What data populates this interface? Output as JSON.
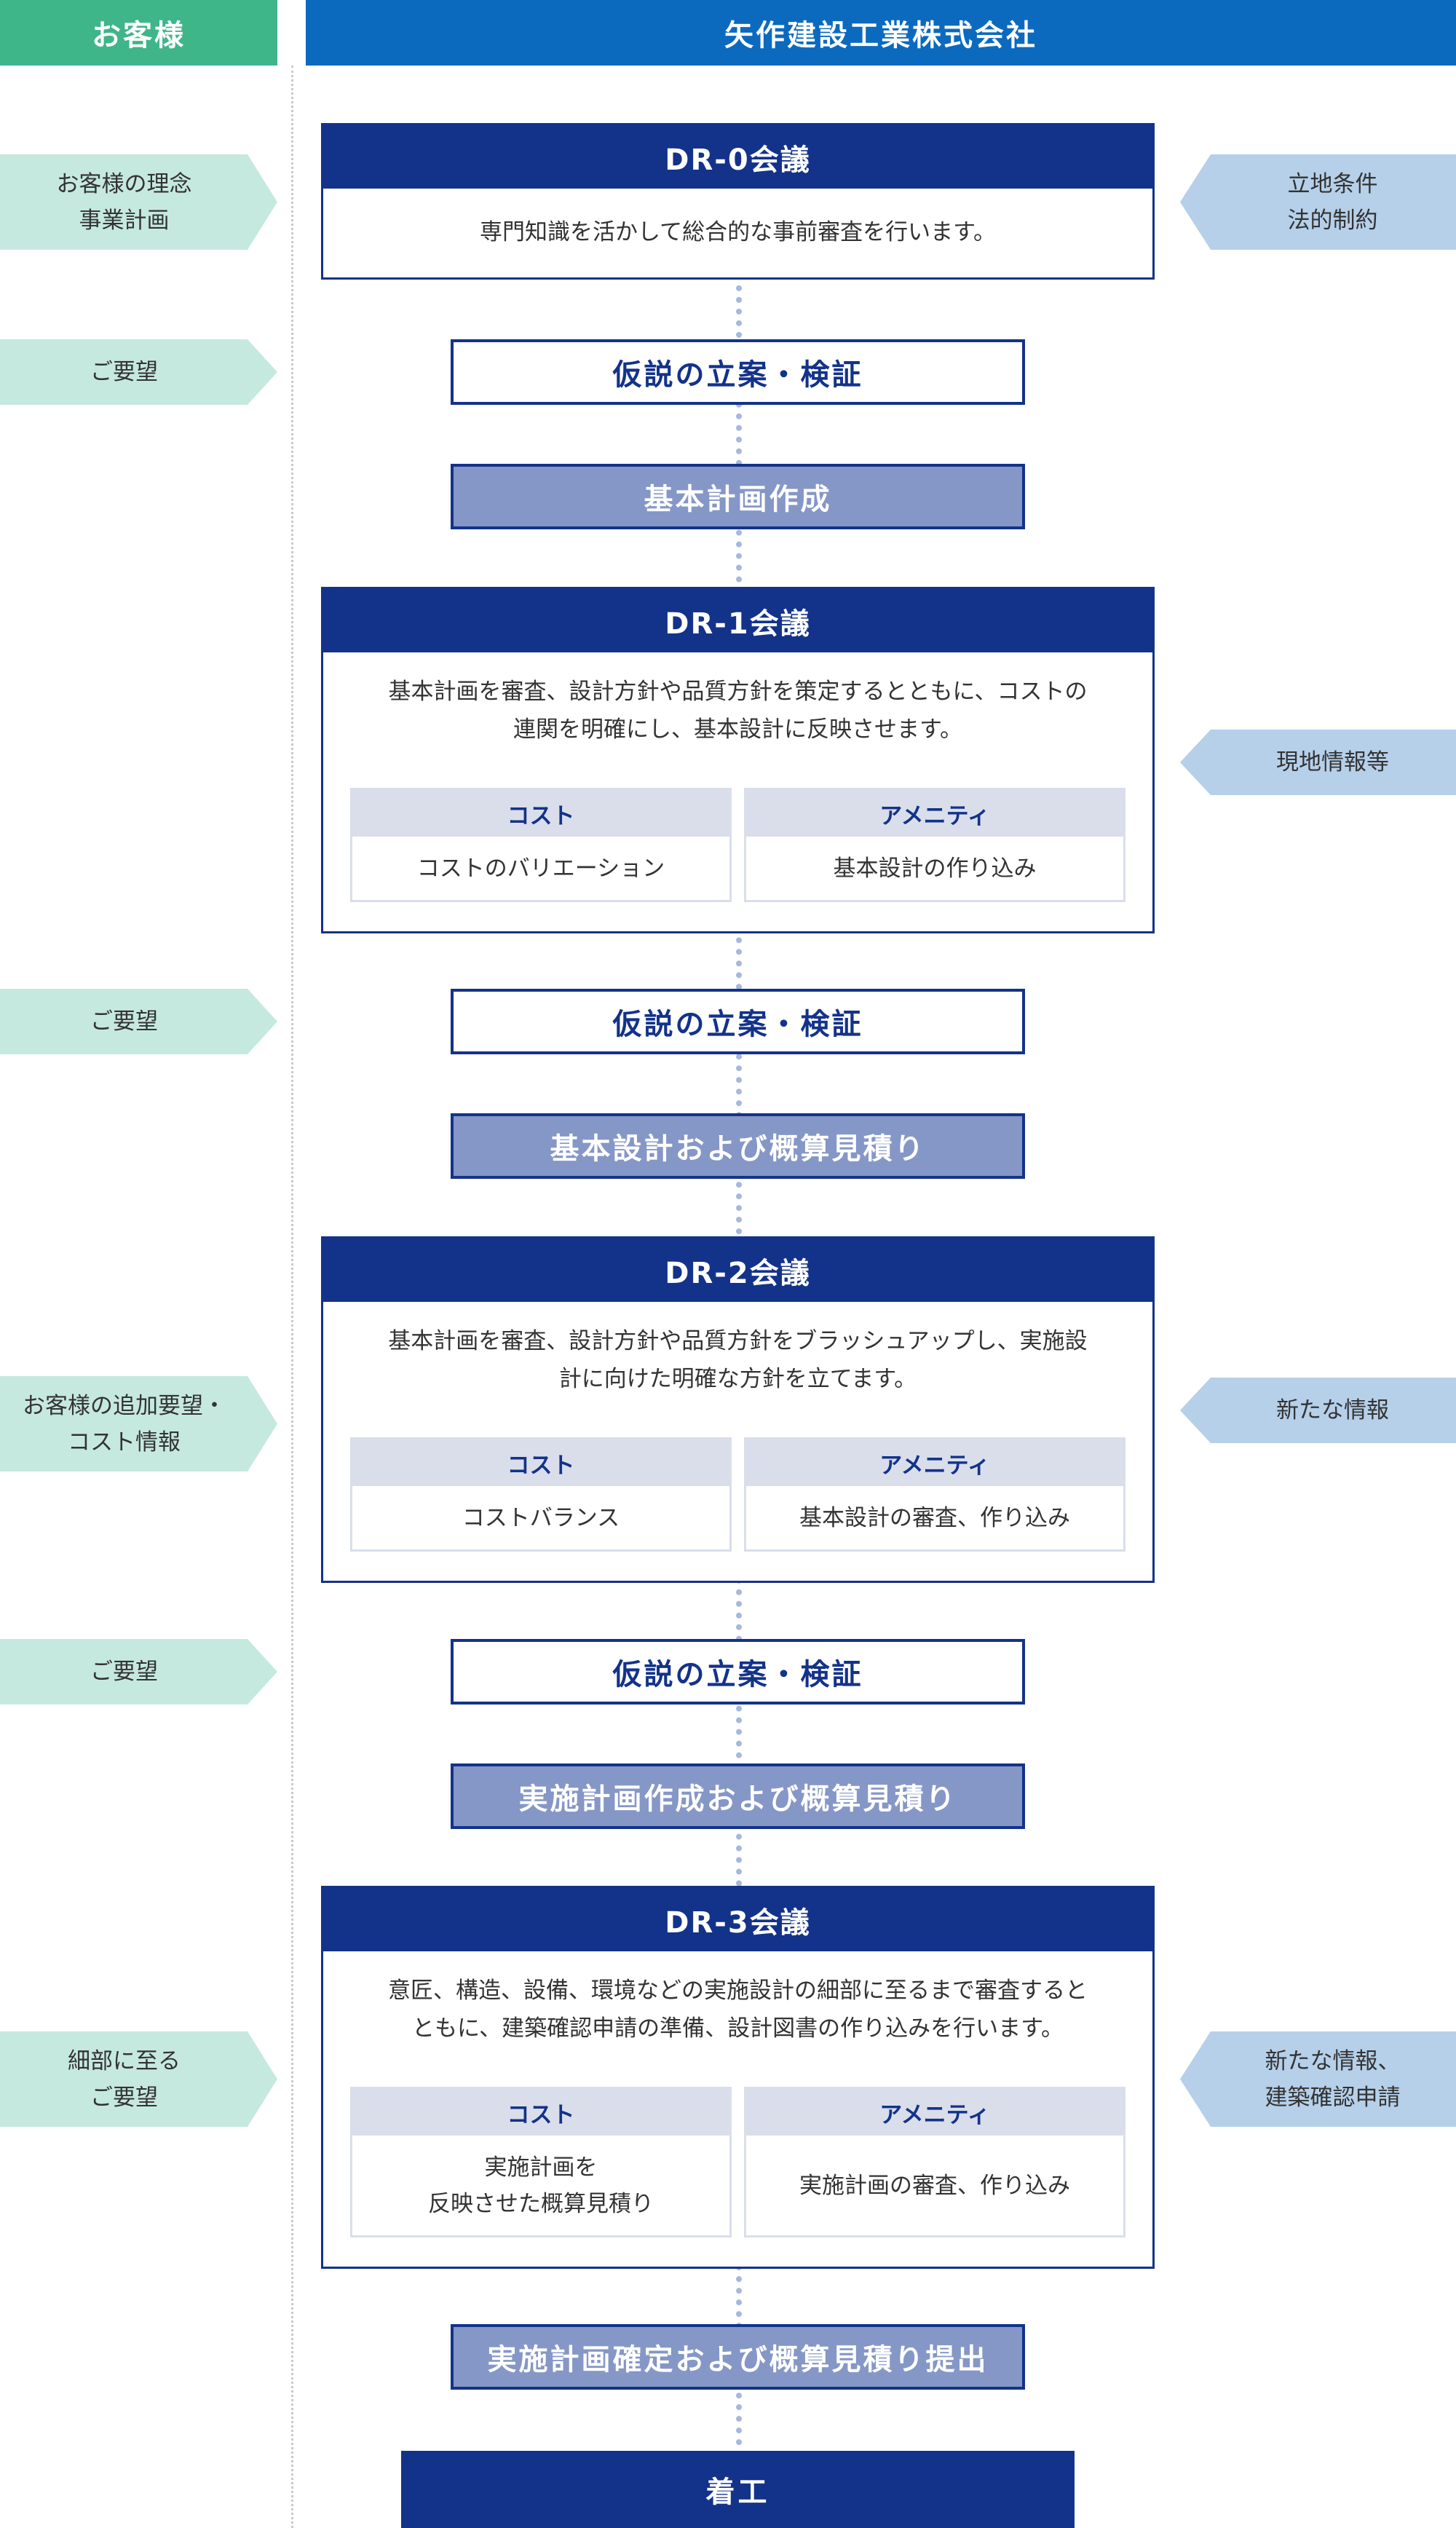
{
  "header": {
    "client": "お客様",
    "company": "矢作建設工業株式会社"
  },
  "left_tags": [
    "お客様の理念\n事業計画",
    "ご要望",
    "ご要望",
    "お客様の追加要望・\nコスト情報",
    "ご要望",
    "細部に至る\nご要望"
  ],
  "right_tags": [
    "立地条件\n法的制約",
    "現地情報等",
    "新たな情報",
    "新たな情報、\n建築確認申請"
  ],
  "dr0": {
    "title": "DR-0会議",
    "desc": "専門知識を活かして総合的な事前審査を行います。"
  },
  "dr1": {
    "title": "DR-1会議",
    "desc_lines": [
      "基本計画を審査、設計方針や品質方針を策定するとともに、コストの",
      "連関を明確にし、基本設計に反映させます。"
    ],
    "cost_head": "コスト",
    "cost_body": "コストのバリエーション",
    "amenity_head": "アメニティ",
    "amenity_body": "基本設計の作り込み"
  },
  "dr2": {
    "title": "DR-2会議",
    "desc_lines": [
      "基本計画を審査、設計方針や品質方針をブラッシュアップし、実施設",
      "計に向けた明確な方針を立てます。"
    ],
    "cost_head": "コスト",
    "cost_body": "コストバランス",
    "amenity_head": "アメニティ",
    "amenity_body": "基本設計の審査、作り込み"
  },
  "dr3": {
    "title": "DR-3会議",
    "desc_lines": [
      "意匠、構造、設備、環境などの実施設計の細部に至るまで審査すると",
      "ともに、建築確認申請の準備、設計図書の作り込みを行います。"
    ],
    "cost_head": "コスト",
    "cost_body": "実施計画を\n反映させた概算見積り",
    "amenity_head": "アメニティ",
    "amenity_body": "実施計画の審査、作り込み"
  },
  "steps": [
    "仮説の立案・検証",
    "基本計画作成",
    "仮説の立案・検証",
    "基本設計および概算見積り",
    "仮説の立案・検証",
    "実施計画作成および概算見積り",
    "実施計画確定および概算見積り提出"
  ],
  "final": "着工",
  "colors": {
    "client_green": "#3fb58a",
    "company_blue": "#0b6abe",
    "navy": "#13328a",
    "step_fill": "#8597c6",
    "left_tag": "#c6e9df",
    "right_tag": "#b6d0ea",
    "column_header": "#d9deea",
    "connector_dots": "#a7b8dc"
  }
}
